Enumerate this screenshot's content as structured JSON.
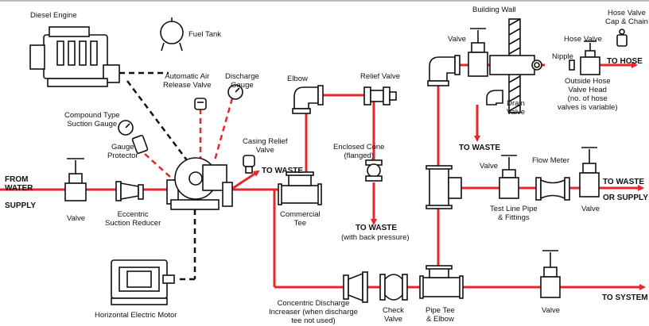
{
  "labels": {
    "diesel_engine": "Diesel Engine",
    "fuel_tank": "Fuel Tank",
    "auto_air_valve": "Automatic Air\nRelease Valve",
    "discharge_gauge": "Discharge\nGauge",
    "elbow": "Elbow",
    "relief_valve": "Relief Valve",
    "building_wall": "Building Wall",
    "hose_valve_cap": "Hose Valve\nCap & Chain",
    "valve_top": "Valve",
    "hose_valve": "Hose Valve",
    "nipple": "Nipple",
    "to_hose": "TO HOSE",
    "outside_hose_head": "Outside Hose\nValve Head\n(no. of hose\nvalves is variable)",
    "drain_valve": "Drain\nValve",
    "compound_gauge": "Compound Type\nSuction Gauge",
    "gauge_protector": "Gauge\nProtector",
    "casing_relief": "Casing Relief\nValve",
    "to_waste_casing": "TO WASTE",
    "enclosed_cone": "Enclosed Cone\n(flanged)",
    "to_waste_drain": "TO WASTE",
    "valve_test_left": "Valve",
    "flow_meter": "Flow Meter",
    "to_waste_or_supply": "TO WASTE\nOR SUPPLY",
    "from_water": "FROM\nWATER",
    "supply": "SUPPLY",
    "valve_suction": "Valve",
    "eccentric_reducer": "Eccentric\nSuction Reducer",
    "commercial_tee": "Commercial\nTee",
    "test_line": "Test Line Pipe\n& Fittings",
    "valve_test_right": "Valve",
    "to_waste_relief": "TO WASTE",
    "back_pressure": "(with back pressure)",
    "electric_motor": "Horizontal Electric Motor",
    "concentric_increaser": "Concentric Discharge\nIncreaser (when discharge\ntee not used)",
    "check_valve": "Check\nValve",
    "pipe_tee_elbow": "Pipe Tee\n& Elbow",
    "valve_system": "Valve",
    "to_system": "TO SYSTEM"
  },
  "colors": {
    "pipe": "#e8262c",
    "line": "#111111"
  }
}
